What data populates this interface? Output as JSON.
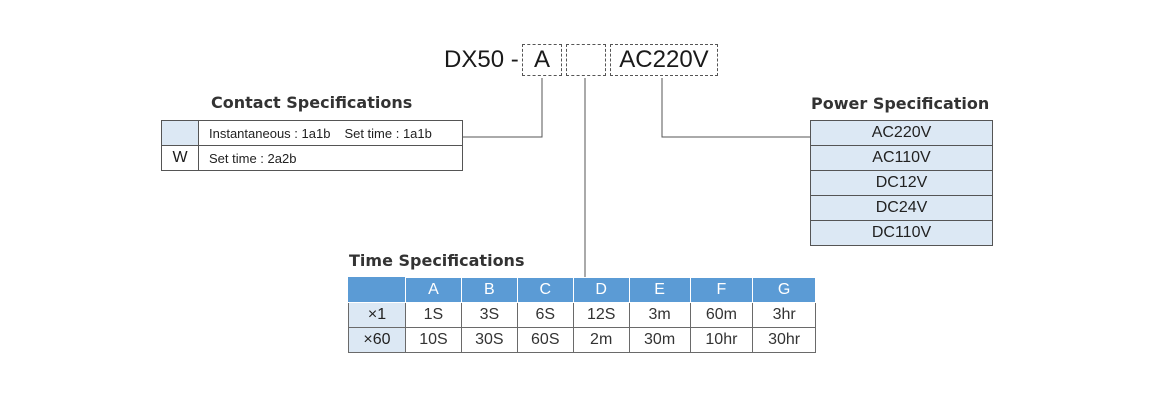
{
  "model": {
    "prefix": "DX50 -",
    "slot_contact": "A",
    "slot_time": "",
    "slot_power": "AC220V"
  },
  "contact": {
    "title": "Contact Specifications",
    "rows": [
      {
        "code": "",
        "desc_a": "Instantaneous : 1a1b",
        "desc_b": "Set time : 1a1b"
      },
      {
        "code": "W",
        "desc_a": "Set time : 2a2b",
        "desc_b": ""
      }
    ]
  },
  "power": {
    "title": "Power Specification",
    "items": [
      "AC220V",
      "AC110V",
      "DC12V",
      "DC24V",
      "DC110V"
    ]
  },
  "time": {
    "title": "Time Specifications",
    "columns": [
      "A",
      "B",
      "C",
      "D",
      "E",
      "F",
      "G"
    ],
    "rows": [
      {
        "label": "×1",
        "values": [
          "1S",
          "3S",
          "6S",
          "12S",
          "3m",
          "60m",
          "3hr"
        ]
      },
      {
        "label": "×60",
        "values": [
          "10S",
          "30S",
          "60S",
          "2m",
          "30m",
          "10hr",
          "30hr"
        ]
      }
    ]
  },
  "colors": {
    "header_blue": "#5b9bd5",
    "light_blue": "#dce8f4",
    "line": "#555555"
  }
}
